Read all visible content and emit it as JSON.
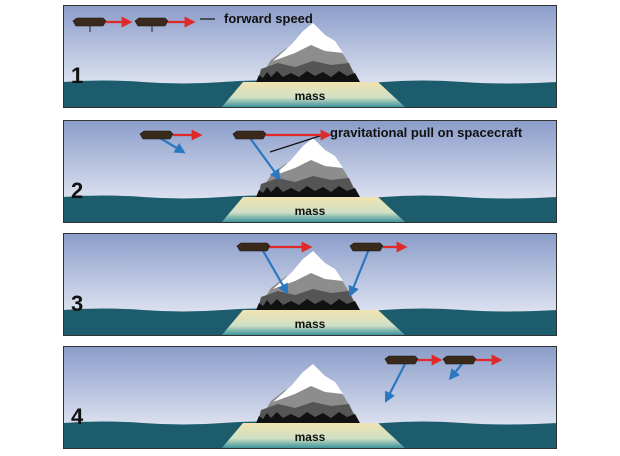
{
  "panels": [
    {
      "number": "1",
      "mass_label": "mass",
      "annotation": "forward speed"
    },
    {
      "number": "2",
      "mass_label": "mass",
      "annotation": "gravitational pull on spacecraft"
    },
    {
      "number": "3",
      "mass_label": "mass"
    },
    {
      "number": "4",
      "mass_label": "mass"
    }
  ],
  "colors": {
    "sky_top": "#8a9cc9",
    "sky_bottom": "#f4f6fb",
    "sea": "#1d5c6c",
    "forward_arrow": "#e02a2a",
    "gravity_arrow": "#2a78c0"
  }
}
